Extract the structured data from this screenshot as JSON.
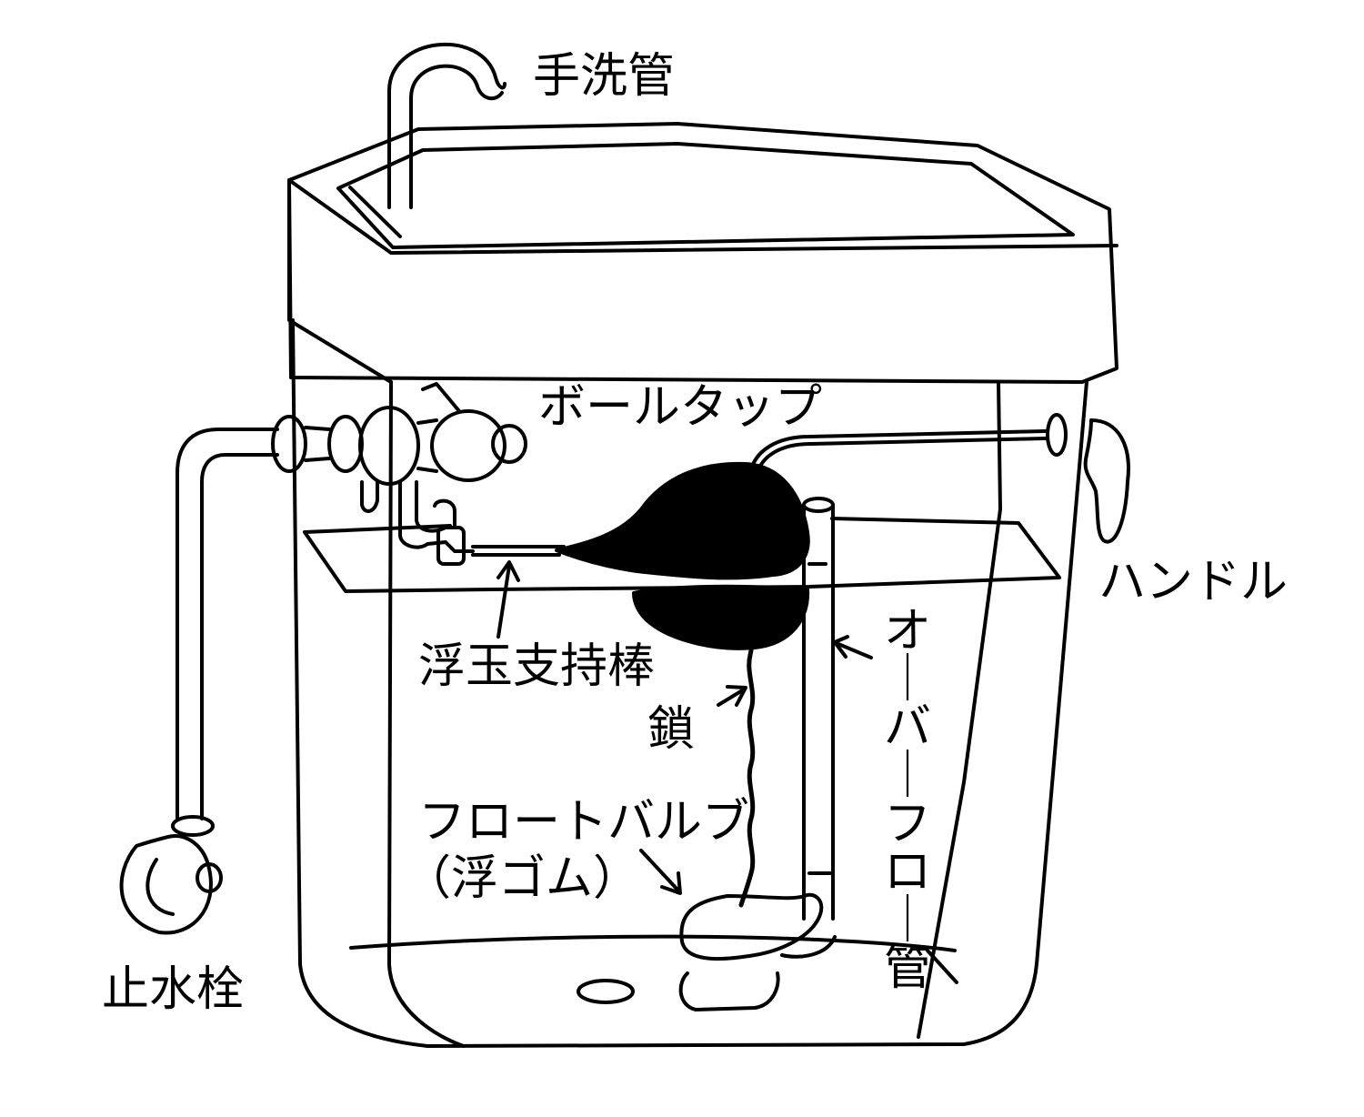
{
  "labels": {
    "hand_wash_pipe": "手洗管",
    "ball_tap": "ボールタップ",
    "handle": "ハンドル",
    "float_rod": "浮玉支持棒",
    "chain": "鎖",
    "overflow_pipe": "オーバーフロー管",
    "float_valve": "フロートバルブ",
    "float_valve_sub": "（浮ゴム）",
    "stop_valve": "止水栓"
  },
  "colors": {
    "ink": "#000000",
    "paper": "#ffffff"
  }
}
